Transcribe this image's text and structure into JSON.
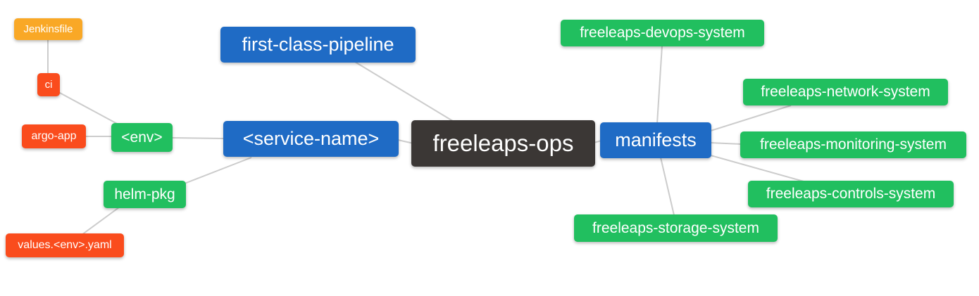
{
  "diagram": {
    "type": "mindmap",
    "title": "freeleaps-ops repository structure mind map",
    "root": "freeleaps-ops",
    "palette": {
      "root_bg": "#3b3735",
      "level1_bg": "#1f6bc5",
      "level2_bg": "#21bf5f",
      "level3_bg": "#fa4c1d",
      "level4_bg": "#f9a826",
      "node_text": "#ffffff",
      "edge": "#cccccc",
      "background": "#ffffff"
    },
    "nodes": {
      "freeleaps_ops": {
        "label": "freeleaps-ops",
        "level": "root"
      },
      "first_class_pipeline": {
        "label": "first-class-pipeline",
        "level": 1
      },
      "service_name": {
        "label": "<service-name>",
        "level": 1
      },
      "manifests": {
        "label": "manifests",
        "level": 1
      },
      "env": {
        "label": "<env>",
        "level": 2
      },
      "helm_pkg": {
        "label": "helm-pkg",
        "level": 2
      },
      "ci": {
        "label": "ci",
        "level": 3
      },
      "argo_app": {
        "label": "argo-app",
        "level": 3
      },
      "values_env_yaml": {
        "label": "values.<env>.yaml",
        "level": 3
      },
      "jenkinsfile": {
        "label": "Jenkinsfile",
        "level": 4
      },
      "devops_system": {
        "label": "freeleaps-devops-system",
        "level": 2
      },
      "network_system": {
        "label": "freeleaps-network-system",
        "level": 2
      },
      "monitoring_system": {
        "label": "freeleaps-monitoring-system",
        "level": 2
      },
      "controls_system": {
        "label": "freeleaps-controls-system",
        "level": 2
      },
      "storage_system": {
        "label": "freeleaps-storage-system",
        "level": 2
      }
    },
    "edges": [
      {
        "from": "jenkinsfile",
        "to": "ci"
      },
      {
        "from": "ci",
        "to": "env"
      },
      {
        "from": "argo_app",
        "to": "env"
      },
      {
        "from": "env",
        "to": "service_name"
      },
      {
        "from": "helm_pkg",
        "to": "service_name"
      },
      {
        "from": "values_env_yaml",
        "to": "helm_pkg"
      },
      {
        "from": "first_class_pipeline",
        "to": "freeleaps_ops"
      },
      {
        "from": "service_name",
        "to": "freeleaps_ops"
      },
      {
        "from": "freeleaps_ops",
        "to": "manifests"
      },
      {
        "from": "manifests",
        "to": "devops_system"
      },
      {
        "from": "manifests",
        "to": "network_system"
      },
      {
        "from": "manifests",
        "to": "monitoring_system"
      },
      {
        "from": "manifests",
        "to": "controls_system"
      },
      {
        "from": "manifests",
        "to": "storage_system"
      }
    ]
  }
}
